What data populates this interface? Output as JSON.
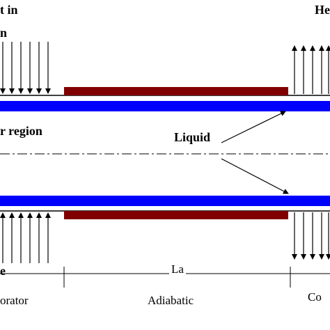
{
  "labels": {
    "heat_in_line1": "t in",
    "heat_in_line2": "n",
    "heat_out": "He",
    "vapor_region": "r region",
    "liquid": "Liquid",
    "le": "e",
    "la": "La",
    "evaporator": "orator",
    "adiabatic": "Adiabatic",
    "condenser": "Co"
  },
  "colors": {
    "liquid_layer": "#0000ff",
    "insulation": "#800000",
    "lines": "#000000",
    "background": "#ffffff"
  }
}
